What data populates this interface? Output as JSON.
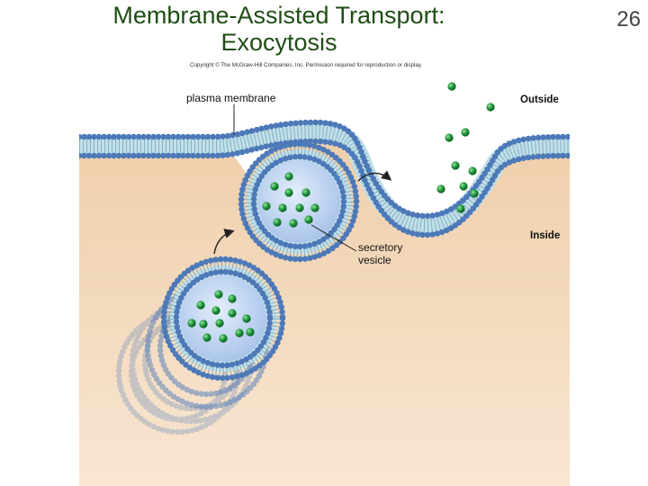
{
  "slide": {
    "title_line1": "Membrane-Assisted Transport:",
    "title_line2": "Exocytosis",
    "page_number": "26"
  },
  "figure": {
    "copyright": "Copyright © The McGraw-Hill Companies, Inc. Permission required for reproduction or display.",
    "labels": {
      "plasma_membrane": "plasma membrane",
      "outside": "Outside",
      "inside": "Inside",
      "secretory_line1": "secretory",
      "secretory_line2": "vesicle"
    }
  },
  "colors": {
    "title": "#1f4d14",
    "cytoplasm": "#f3d7b6",
    "extracellular": "#ffffff",
    "membrane_head": "#4d79b8",
    "membrane_tail": "#c4dfe8",
    "vesicle_lumen": "#b9cfee",
    "cargo": "#1f9a3c"
  }
}
